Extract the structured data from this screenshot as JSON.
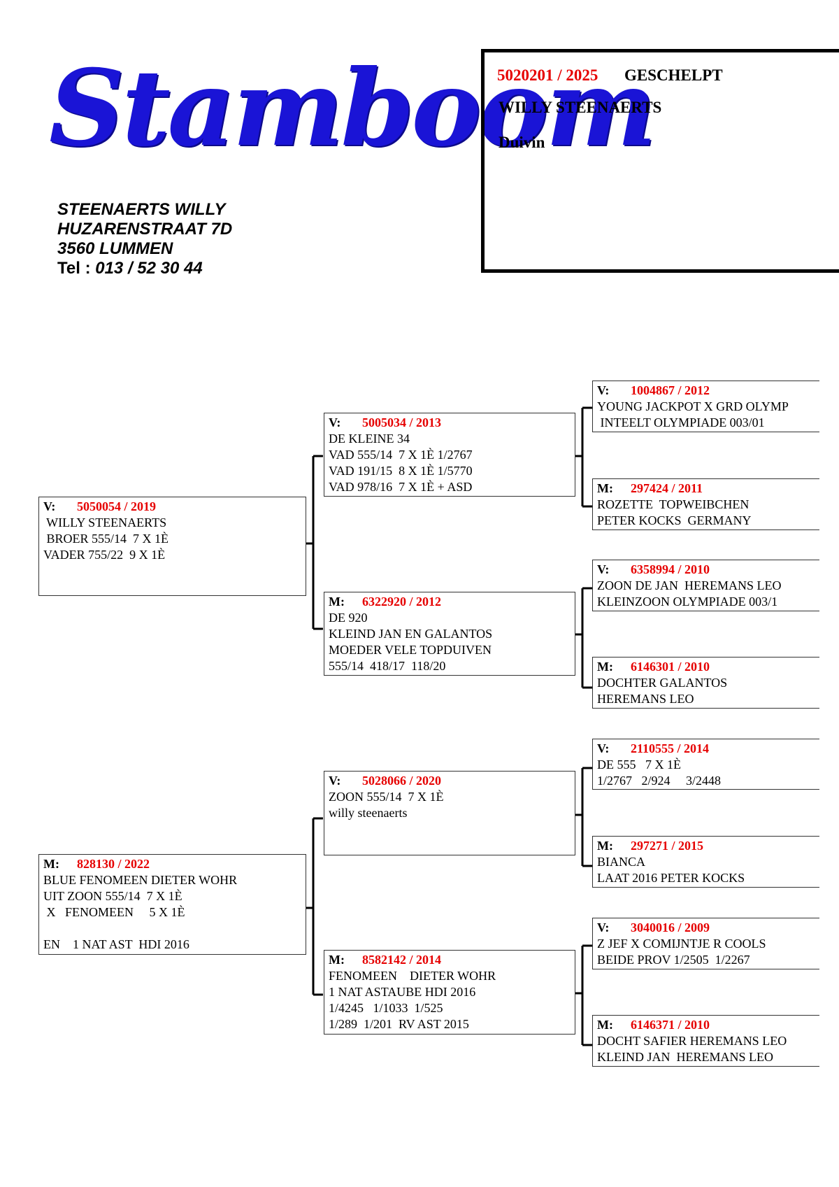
{
  "logo": {
    "text": "Stamboom"
  },
  "owner": {
    "name": "STEENAERTS WILLY",
    "street": "HUZARENSTRAAT 7D",
    "city": "3560 LUMMEN",
    "tel_prefix": "Tel :",
    "tel": "013 / 52 30 44"
  },
  "pigeon": {
    "ring": "5020201 / 2025",
    "type": "GESCHELPT",
    "name": "WILLY STEENAERTS",
    "sex": "Duivin"
  },
  "colors": {
    "ring_red": "#e60000",
    "logo_blue": "#1a14d6"
  },
  "pedigree": {
    "sire": {
      "label": "V:",
      "ring": "5050054 / 2019",
      "lines": [
        " WILLY STEENAERTS",
        " BROER 555/14  7 X 1È",
        "VADER 755/22  9 X 1È"
      ]
    },
    "dam": {
      "label": "M:",
      "ring": "828130 / 2022",
      "lines": [
        "BLUE FENOMEEN DIETER WOHR",
        "UIT ZOON 555/14  7 X 1È",
        " X   FENOMEEN     5 X 1È",
        "",
        "EN    1 NAT AST  HDI 2016"
      ]
    },
    "ss": {
      "label": "V:",
      "ring": "5005034 / 2013",
      "lines": [
        "DE KLEINE 34",
        "VAD 555/14  7 X 1È 1/2767",
        "VAD 191/15  8 X 1È 1/5770",
        "VAD 978/16  7 X 1È + ASD"
      ]
    },
    "sd": {
      "label": "M:",
      "ring": "6322920 / 2012",
      "lines": [
        "DE 920",
        "KLEIND JAN EN GALANTOS",
        "MOEDER VELE TOPDUIVEN",
        "555/14  418/17  118/20"
      ]
    },
    "ds": {
      "label": "V:",
      "ring": "5028066 / 2020",
      "lines": [
        "ZOON 555/14  7 X 1È",
        "willy steenaerts"
      ]
    },
    "dd": {
      "label": "M:",
      "ring": "8582142 / 2014",
      "lines": [
        "FENOMEEN    DIETER WOHR",
        "1 NAT ASTAUBE HDI 2016",
        "1/4245   1/1033  1/525",
        "1/289  1/201  RV AST 2015"
      ]
    },
    "sss": {
      "label": "V:",
      "ring": "1004867 / 2012",
      "lines": [
        "YOUNG JACKPOT X GRD OLYMP",
        " INTEELT OLYMPIADE 003/01"
      ]
    },
    "ssd": {
      "label": "M:",
      "ring": "297424 / 2011",
      "lines": [
        "ROZETTE  TOPWEIBCHEN",
        "PETER KOCKS  GERMANY"
      ]
    },
    "sds": {
      "label": "V:",
      "ring": "6358994 / 2010",
      "lines": [
        "ZOON DE JAN  HEREMANS LEO",
        "KLEINZOON OLYMPIADE 003/1"
      ]
    },
    "sdd": {
      "label": "M:",
      "ring": "6146301 / 2010",
      "lines": [
        "DOCHTER GALANTOS",
        "HEREMANS LEO"
      ]
    },
    "dss": {
      "label": "V:",
      "ring": "2110555 / 2014",
      "lines": [
        "DE 555   7 X 1È",
        "1/2767   2/924     3/2448"
      ]
    },
    "dsd": {
      "label": "M:",
      "ring": "297271 / 2015",
      "lines": [
        "BIANCA",
        "LAAT 2016 PETER KOCKS"
      ]
    },
    "dds": {
      "label": "V:",
      "ring": "3040016 / 2009",
      "lines": [
        "Z JEF X COMIJNTJE R COOLS",
        "BEIDE PROV 1/2505  1/2267"
      ]
    },
    "ddd": {
      "label": "M:",
      "ring": "6146371 / 2010",
      "lines": [
        "DOCHT SAFIER HEREMANS LEO",
        "KLEIND JAN  HEREMANS LEO"
      ]
    }
  }
}
